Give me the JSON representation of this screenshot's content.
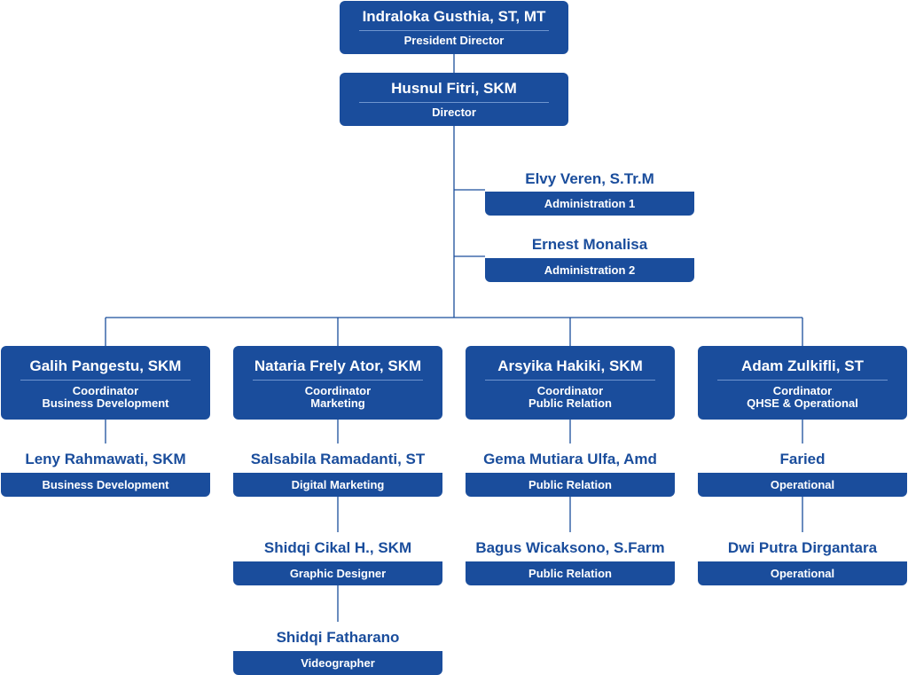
{
  "colors": {
    "primary": "#1a4d9c",
    "divider": "#6f95cf",
    "background": "#ffffff"
  },
  "top": [
    {
      "name": "Indraloka Gusthia, ST, MT",
      "role": "President Director"
    },
    {
      "name": "Husnul Fitri, SKM",
      "role": "Director"
    }
  ],
  "admins": [
    {
      "name": "Elvy Veren, S.Tr.M",
      "role": "Administration 1"
    },
    {
      "name": "Ernest Monalisa",
      "role": "Administration 2"
    }
  ],
  "coordinators": [
    {
      "name": "Galih Pangestu, SKM",
      "role_line1": "Coordinator",
      "role_line2": "Business Development"
    },
    {
      "name": "Nataria Frely Ator, SKM",
      "role_line1": "Coordinator",
      "role_line2": "Marketing"
    },
    {
      "name": "Arsyika Hakiki, SKM",
      "role_line1": "Coordinator",
      "role_line2": "Public Relation"
    },
    {
      "name": "Adam Zulkifli, ST",
      "role_line1": "Cordinator",
      "role_line2": "QHSE & Operational"
    }
  ],
  "staff": [
    [
      {
        "name": "Leny Rahmawati, SKM",
        "role": "Business Development"
      }
    ],
    [
      {
        "name": "Salsabila Ramadanti, ST",
        "role": "Digital Marketing"
      },
      {
        "name": "Shidqi Cikal H., SKM",
        "role": "Graphic Designer"
      },
      {
        "name": "Shidqi Fatharano",
        "role": "Videographer"
      }
    ],
    [
      {
        "name": "Gema Mutiara Ulfa, Amd",
        "role": "Public Relation"
      },
      {
        "name": "Bagus Wicaksono, S.Farm",
        "role": "Public Relation"
      }
    ],
    [
      {
        "name": "Faried",
        "role": "Operational"
      },
      {
        "name": "Dwi Putra Dirgantara",
        "role": "Operational"
      }
    ]
  ]
}
